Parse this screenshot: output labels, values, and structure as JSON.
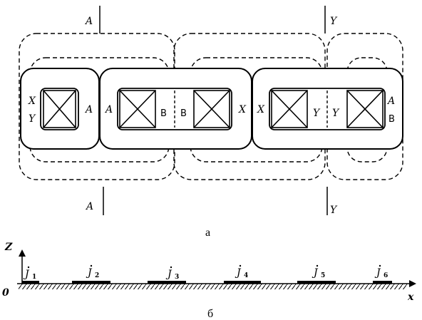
{
  "figure_a": {
    "caption": "а",
    "top_labels": {
      "left": "A",
      "right": "Y"
    },
    "bottom_labels": {
      "left": "A",
      "right": "Y"
    },
    "coil_left": {
      "left_letters": [
        "X",
        "Y"
      ],
      "right_letter": "A"
    },
    "coil_middle": {
      "left_letter": "A",
      "center_letters": [
        "B",
        "B"
      ],
      "right_letter": "X"
    },
    "coil_right": {
      "left_letter": "X",
      "center_letters": [
        "Y",
        "Y"
      ],
      "right_letters": [
        "A",
        "B"
      ]
    }
  },
  "figure_b": {
    "caption": "б",
    "axis_z": "Z",
    "axis_x": "x",
    "origin": "0",
    "currents": [
      {
        "symbol": "J",
        "index": "1"
      },
      {
        "symbol": "J",
        "index": "2"
      },
      {
        "symbol": "J",
        "index": "3"
      },
      {
        "symbol": "J",
        "index": "4"
      },
      {
        "symbol": "J",
        "index": "5"
      },
      {
        "symbol": "J",
        "index": "6"
      }
    ]
  }
}
